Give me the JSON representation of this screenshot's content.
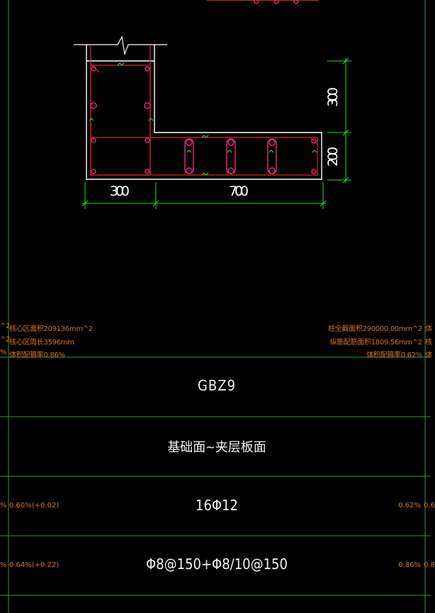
{
  "section_label": "GBZ9",
  "elevation_range": "基础面~夹层板面",
  "longitudinal_bars": "16Φ12",
  "stirrups": "Φ8@150+Φ8/10@150",
  "dimensions": {
    "height_upper": "300",
    "height_lower": "200",
    "width_left": "300",
    "width_right": "700"
  },
  "left_stats": {
    "area": "核心区面积209136mm^2",
    "perimeter": "核心区周长3596mm",
    "ratio": "体积配箍率0.86%",
    "row_longit": "0.60%(+0.02)",
    "row_stirrup": "0.64%(+0.22)",
    "edge_units": [
      "^2",
      "^2",
      "%",
      "%",
      "%"
    ]
  },
  "right_stats": {
    "area": "柱全截面积290000.00mm^2",
    "core_area": "纵筋配筋面积1809.56mm^2",
    "ratio": "体积配箍率0.62%",
    "row_longit": "0.62%",
    "row_stirrup": "0.86%",
    "edge_units": [
      "体",
      "核",
      "体",
      "0.6",
      "0.8"
    ]
  },
  "colors": {
    "grid": "#3fa23f",
    "outline": "#ffffff",
    "rebar": "#e0267a",
    "stirrup_red": "#e02020",
    "dim": "#22e022",
    "stats": "#d8731f"
  }
}
